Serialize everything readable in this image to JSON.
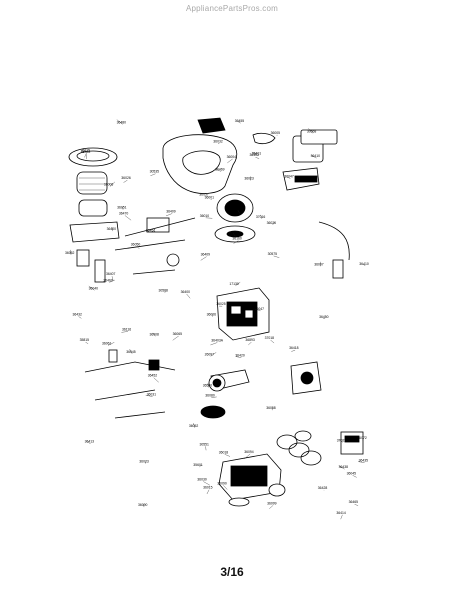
{
  "watermark": "AppliancePartsPros.com",
  "page_number": "3/16",
  "diagram": {
    "type": "exploded-parts-view",
    "part_labels": [
      "36469",
      "36409",
      "36893",
      "36058",
      "36005",
      "36470",
      "36061",
      "35601",
      "36051",
      "36160",
      "36065",
      "36090",
      "36403",
      "36400",
      "35815",
      "36072",
      "36057",
      "36451",
      "36452",
      "36465",
      "36455",
      "36050",
      "36031",
      "36094",
      "36001",
      "36460",
      "36432",
      "36099",
      "36480",
      "17130",
      "36025",
      "36413",
      "30568",
      "37016",
      "36403A",
      "36015",
      "36047",
      "36040",
      "36116",
      "30551",
      "36004",
      "30575",
      "36080",
      "36090",
      "36020",
      "36010",
      "37018",
      "36018",
      "36028",
      "36026",
      "36045",
      "36435",
      "36026",
      "30588",
      "36450",
      "36438",
      "36032",
      "36409",
      "26097",
      "36052",
      "36006",
      "37200",
      "36418",
      "36414",
      "36410",
      "36407",
      "36008",
      "36045",
      "30535",
      "36410",
      "36420",
      "36428",
      "36401",
      "36400",
      "36500",
      "37022",
      "36015",
      "36007",
      "36006",
      "36023",
      "36023",
      "36052",
      "36047",
      "36030"
    ]
  }
}
